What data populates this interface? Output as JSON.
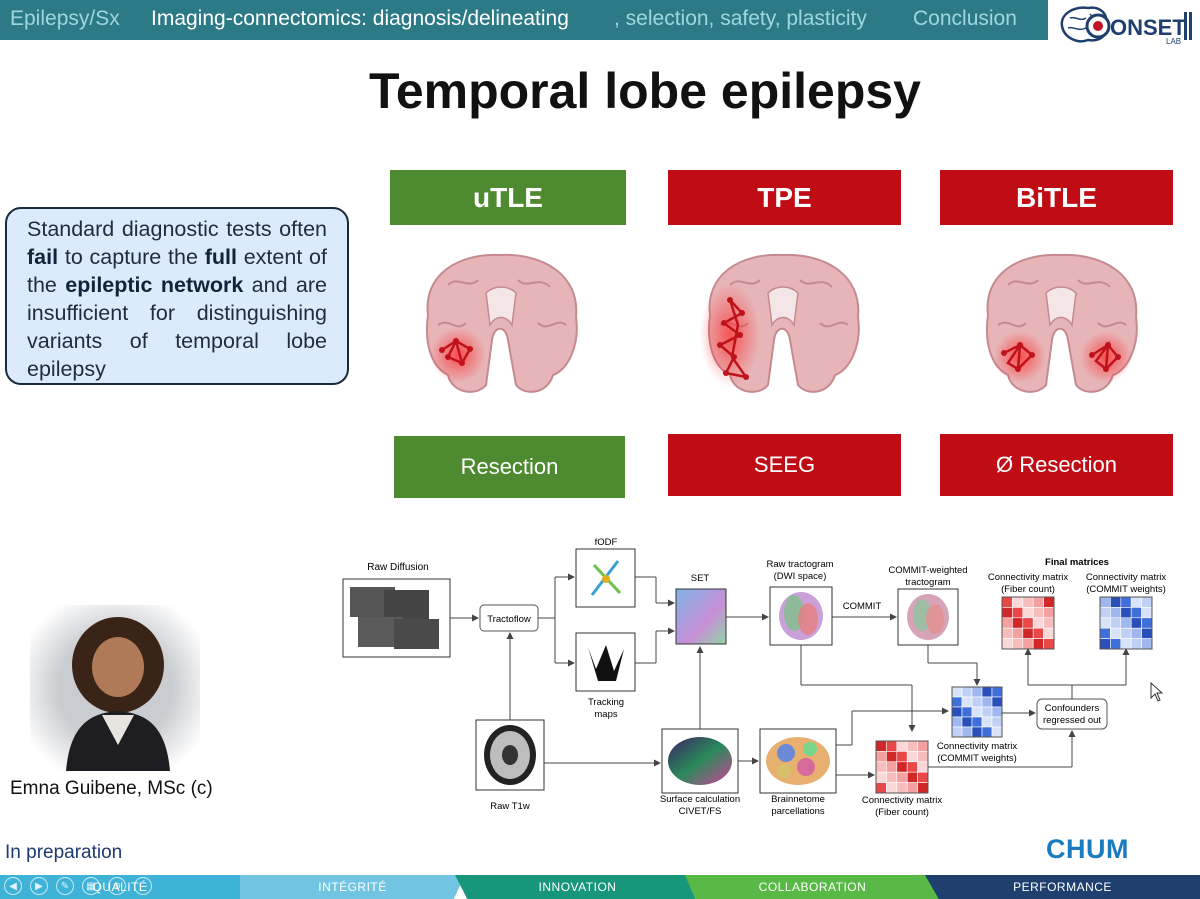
{
  "nav": {
    "items": [
      "Epilepsy/Sx",
      "Imaging-connectomics: diagnosis/delineating",
      ", selection, safety, plasticity",
      "Conclusion"
    ]
  },
  "logo": {
    "name": "ONSET",
    "sub": "LAB"
  },
  "slide": {
    "title": "Temporal lobe epilepsy",
    "callout": {
      "t1": "Standard diagnostic tests often ",
      "b1": "fail",
      "t2": " to capture the ",
      "b2": "full",
      "t3": " extent of the ",
      "b3": "epileptic network",
      "t4": " and are insufficient for distinguishing variants of temporal lobe epilepsy"
    },
    "categories": [
      {
        "label": "uTLE",
        "outcome": "Resection",
        "color": "#4e8a30"
      },
      {
        "label": "TPE",
        "outcome": "SEEG",
        "color": "#c00d15"
      },
      {
        "label": "BiTLE",
        "outcome": "Ø Resection",
        "color": "#c00d15"
      }
    ],
    "presenter": "Emna Guibene, MSc (c)",
    "status": "In preparation",
    "institution_logo": "CHUM"
  },
  "pipeline": {
    "raw_diffusion": "Raw Diffusion",
    "tractoflow": "Tractoflow",
    "fodf": "fODF",
    "set": "SET",
    "tracking_1": "Tracking",
    "tracking_2": "maps",
    "raw_tracto_1": "Raw tractogram",
    "raw_tracto_2": "(DWI space)",
    "commit": "COMMIT",
    "commit_tracto_1": "COMMIT-weighted",
    "commit_tracto_2": "tractogram",
    "final_matrices": "Final matrices",
    "cm_fiber_1": "Connectivity matrix",
    "cm_fiber_2": "(Fiber count)",
    "cm_commit_1": "Connectivity matrix",
    "cm_commit_2": "(COMMIT weights)",
    "confounders_1": "Confounders",
    "confounders_2": "regressed out",
    "raw_t1w": "Raw T1w",
    "surface_1": "Surface calculation",
    "surface_2": "CIVET/FS",
    "brainnetome_1": "Brainnetome",
    "brainnetome_2": "parcellations",
    "mid_commit_1": "Connectivity matrix",
    "mid_commit_2": "(COMMIT weights)",
    "mid_fiber_1": "Connectivity matrix",
    "mid_fiber_2": "(Fiber count)"
  },
  "bottom_bar": [
    "QUALITÉ",
    "INTÉGRITÉ",
    "INNOVATION",
    "COLLABORATION",
    "PERFORMANCE"
  ],
  "controls": [
    "prev-icon",
    "next-icon",
    "pen-icon",
    "slides-icon",
    "zoom-icon",
    "more-icon"
  ]
}
